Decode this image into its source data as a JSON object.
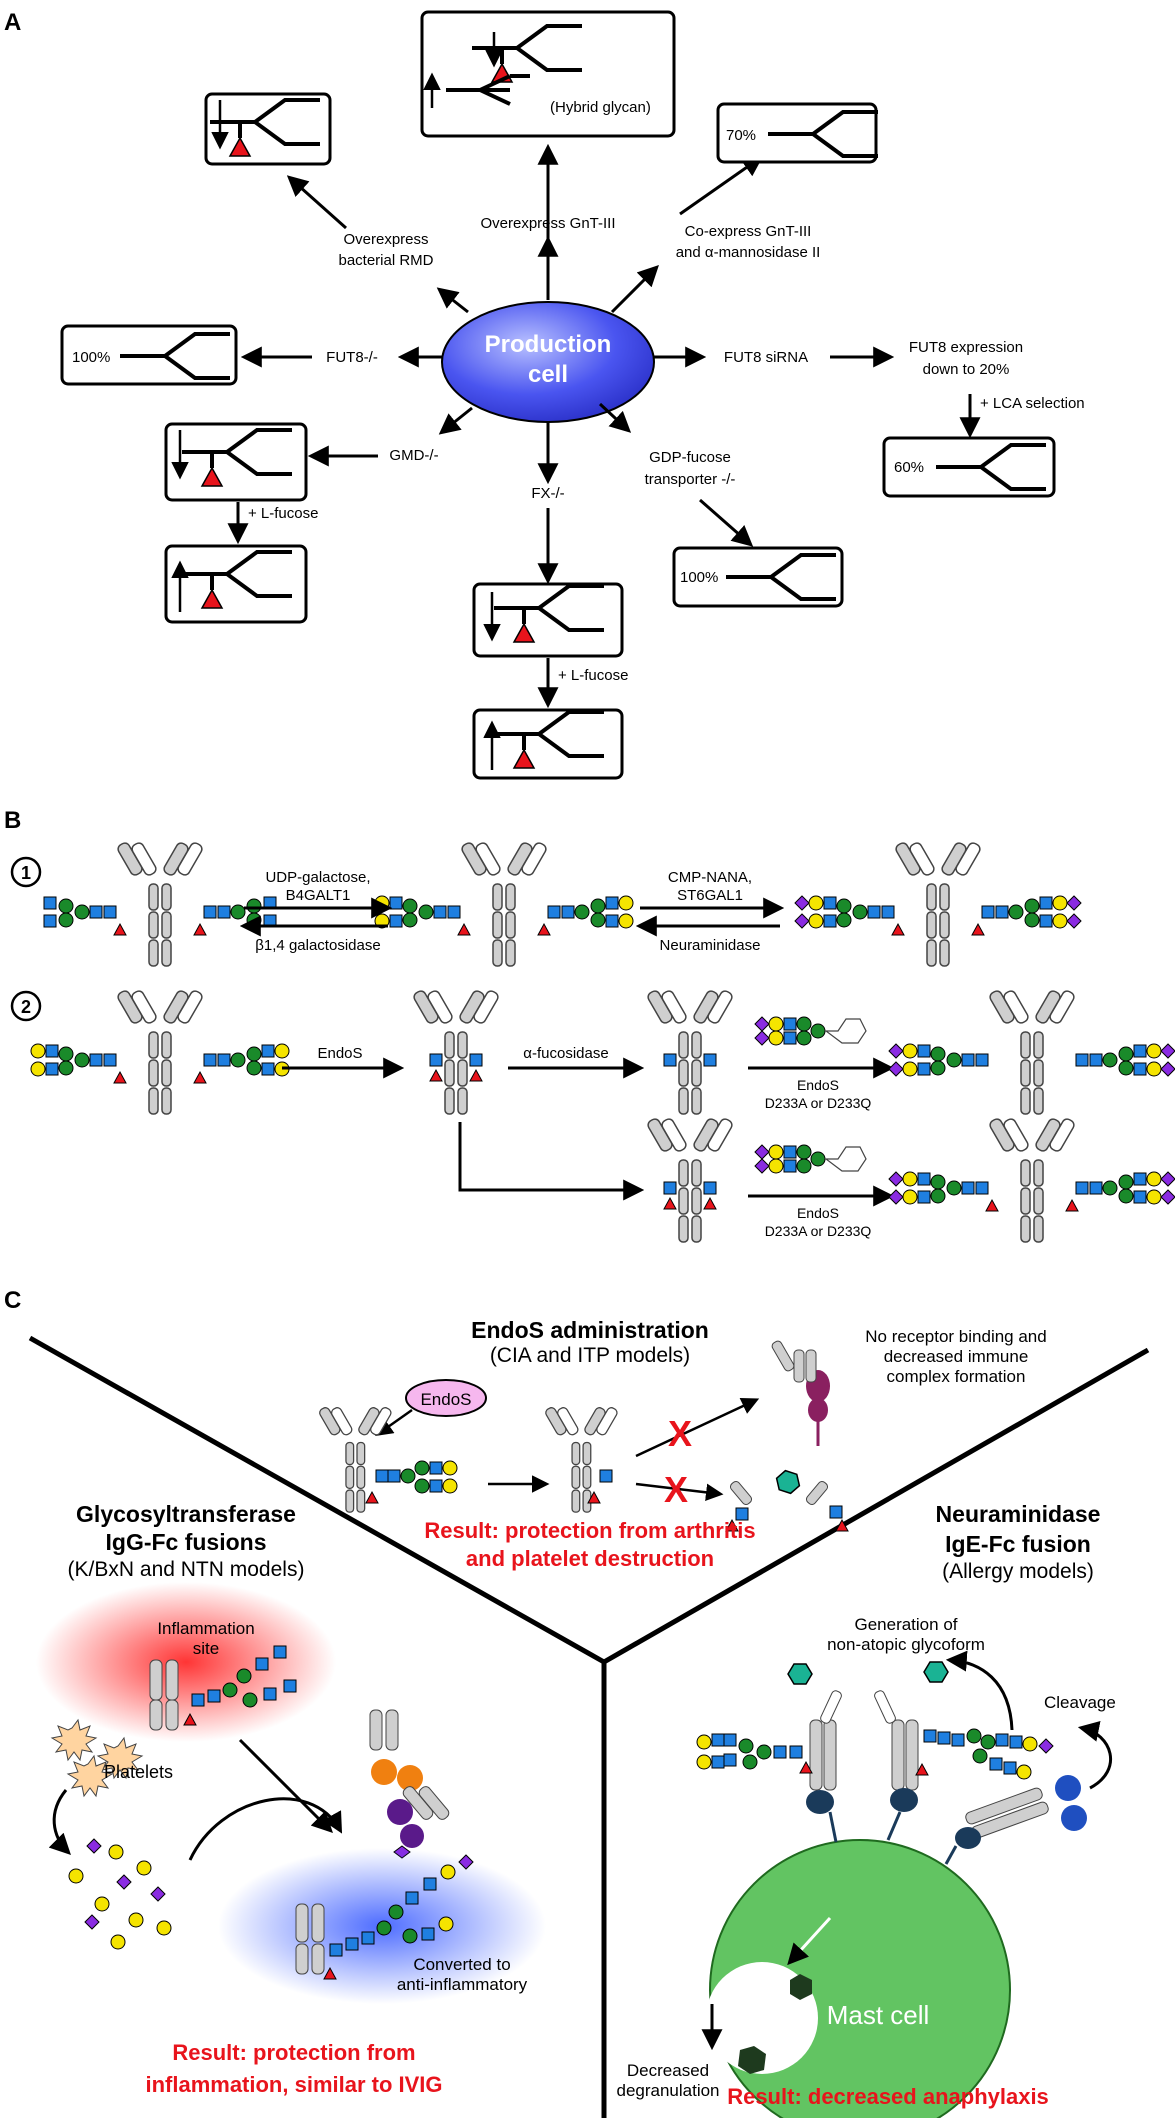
{
  "panels": {
    "a": "A",
    "b": "B",
    "c": "C"
  },
  "panel_a": {
    "center": {
      "line1": "Production",
      "line2": "cell"
    },
    "arrows": {
      "gnt3": "Overexpress GnT-III",
      "rmd_1": "Overexpress",
      "rmd_2": "bacterial RMD",
      "coexp_1": "Co-express GnT-III",
      "coexp_2": "and α-mannosidase II",
      "fut8ko": "FUT8-/-",
      "fut8sirna": "FUT8 siRNA",
      "fut8expr_1": "FUT8 expression",
      "fut8expr_2": "down to 20%",
      "lca": "+ LCA selection",
      "gmd": "GMD-/-",
      "lfucose1": "+ L-fucose",
      "fx": "FX-/-",
      "lfucose2": "+ L-fucose",
      "gdp_1": "GDP-fucose",
      "gdp_2": "transporter -/-"
    },
    "boxes": {
      "hybrid": "(Hybrid glycan)",
      "p70": "70%",
      "p100a": "100%",
      "p60": "60%",
      "p100b": "100%"
    }
  },
  "panel_b": {
    "row1_num": "1",
    "row2_num": "2",
    "udp_1": "UDP-galactose,",
    "udp_2": "B4GALT1",
    "bgal": "β1,4 galactosidase",
    "cmp_1": "CMP-NANA,",
    "cmp_2": "ST6GAL1",
    "neur": "Neuraminidase",
    "endos": "EndoS",
    "afuc": "α-fucosidase",
    "endos_mut_1a": "EndoS",
    "endos_mut_1b": "D233A or D233Q",
    "endos_mut_2a": "EndoS",
    "endos_mut_2b": "D233A or D233Q"
  },
  "panel_c": {
    "endos_title": "EndoS administration",
    "endos_models": "(CIA and ITP models)",
    "endos_bubble": "EndoS",
    "noreceptor_1": "No receptor binding and",
    "noreceptor_2": "decreased immune",
    "noreceptor_3": "complex formation",
    "result_endos_1": "Result: protection from arthritis",
    "result_endos_2": "and platelet destruction",
    "gt_title_1": "Glycosyltransferase",
    "gt_title_2": "IgG-Fc fusions",
    "gt_models": "(K/BxN and NTN models)",
    "inflam_1": "Inflammation",
    "inflam_2": "site",
    "platelets": "Platelets",
    "converted_1": "Converted to",
    "converted_2": "anti-inflammatory",
    "result_gt_1": "Result: protection from",
    "result_gt_2": "inflammation, similar to IVIG",
    "neur_title_1": "Neuraminidase",
    "neur_title_2": "IgE-Fc fusion",
    "neur_models": "(Allergy models)",
    "gen_1": "Generation of",
    "gen_2": "non-atopic glycoform",
    "cleavage": "Cleavage",
    "mast": "Mast cell",
    "degran_1": "Decreased",
    "degran_2": "degranulation",
    "result_neur": "Result: decreased anaphylaxis"
  },
  "colors": {
    "galnac_blue": "#1f7fe0",
    "mannose_green": "#1a8a2a",
    "galactose_yellow": "#f5e400",
    "sialic_purple": "#8a2be2",
    "fucose_red": "#e8141c",
    "result_red": "#e8141c",
    "mast_green": "#62c462"
  }
}
